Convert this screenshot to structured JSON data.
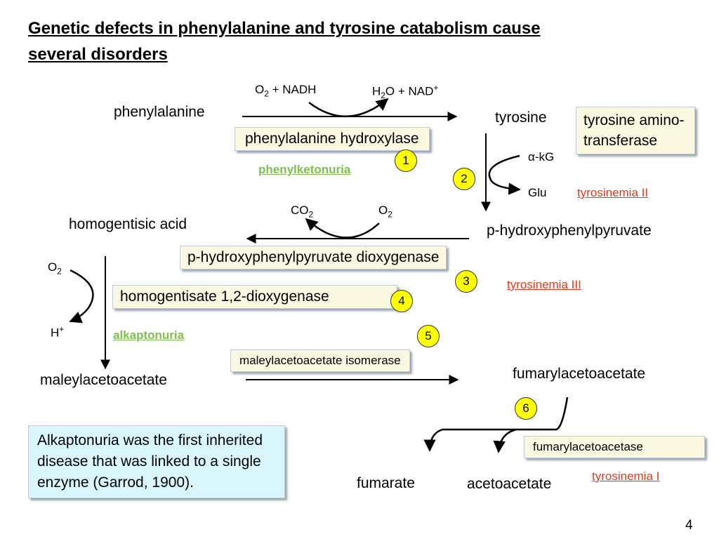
{
  "title": {
    "line1": "Genetic defects in phenylalanine and tyrosine catabolism cause",
    "line2": "several disorders"
  },
  "compounds": {
    "phenylalanine": "phenylalanine",
    "tyrosine": "tyrosine",
    "homogentisic_acid": "homogentisic acid",
    "p_hydroxyphenylpyruvate": "p-hydroxyphenylpyruvate",
    "maleylacetoacetate": "maleylacetoacetate",
    "fumarylacetoacetate": "fumarylacetoacetate",
    "fumarate": "fumarate",
    "acetoacetate": "acetoacetate"
  },
  "cofactors": {
    "o2_nadh": {
      "o": "O",
      "sub": "2",
      "rest": " + NADH"
    },
    "h2o_nad": {
      "h": "H",
      "sub": "2",
      "mid": "O + NAD",
      "sup": "+"
    },
    "akg": {
      "alpha": "α",
      "rest": "-kG"
    },
    "glu": "Glu",
    "co2": {
      "c": "CO",
      "sub": "2"
    },
    "o2_top": {
      "o": "O",
      "sub": "2"
    },
    "o2_left": {
      "o": "O",
      "sub": "2"
    },
    "h_plus": {
      "h": "H",
      "sup": "+"
    }
  },
  "enzymes": {
    "e1": "phenylalanine hydroxylase",
    "e2": "tyrosine amino-transferase",
    "e3": "p-hydroxyphenylpyruvate dioxygenase",
    "e4": "homogentisate 1,2-dioxygenase",
    "e5": "maleylacetoacetate isomerase",
    "e6": "fumarylacetoacetase"
  },
  "step_numbers": [
    "1",
    "2",
    "3",
    "4",
    "5",
    "6"
  ],
  "disorders": {
    "phenylketonuria": "phenylketonuria",
    "alkaptonuria": "alkaptonuria",
    "tyrosinemia_ii": "tyrosinemia II",
    "tyrosinemia_iii": "tyrosinemia III",
    "tyrosinemia_i": "tyrosinemia I"
  },
  "note": "Alkaptonuria was the first inherited disease that was linked to a single enzyme (Garrod, 1900).",
  "page_number": "4",
  "colors": {
    "enzyme_box": "#fbf9e2",
    "note_box": "#d9f6fc",
    "step_circle": "#ffff00",
    "disorder_green": "#7ec04b",
    "disorder_red": "#e03a1b"
  }
}
